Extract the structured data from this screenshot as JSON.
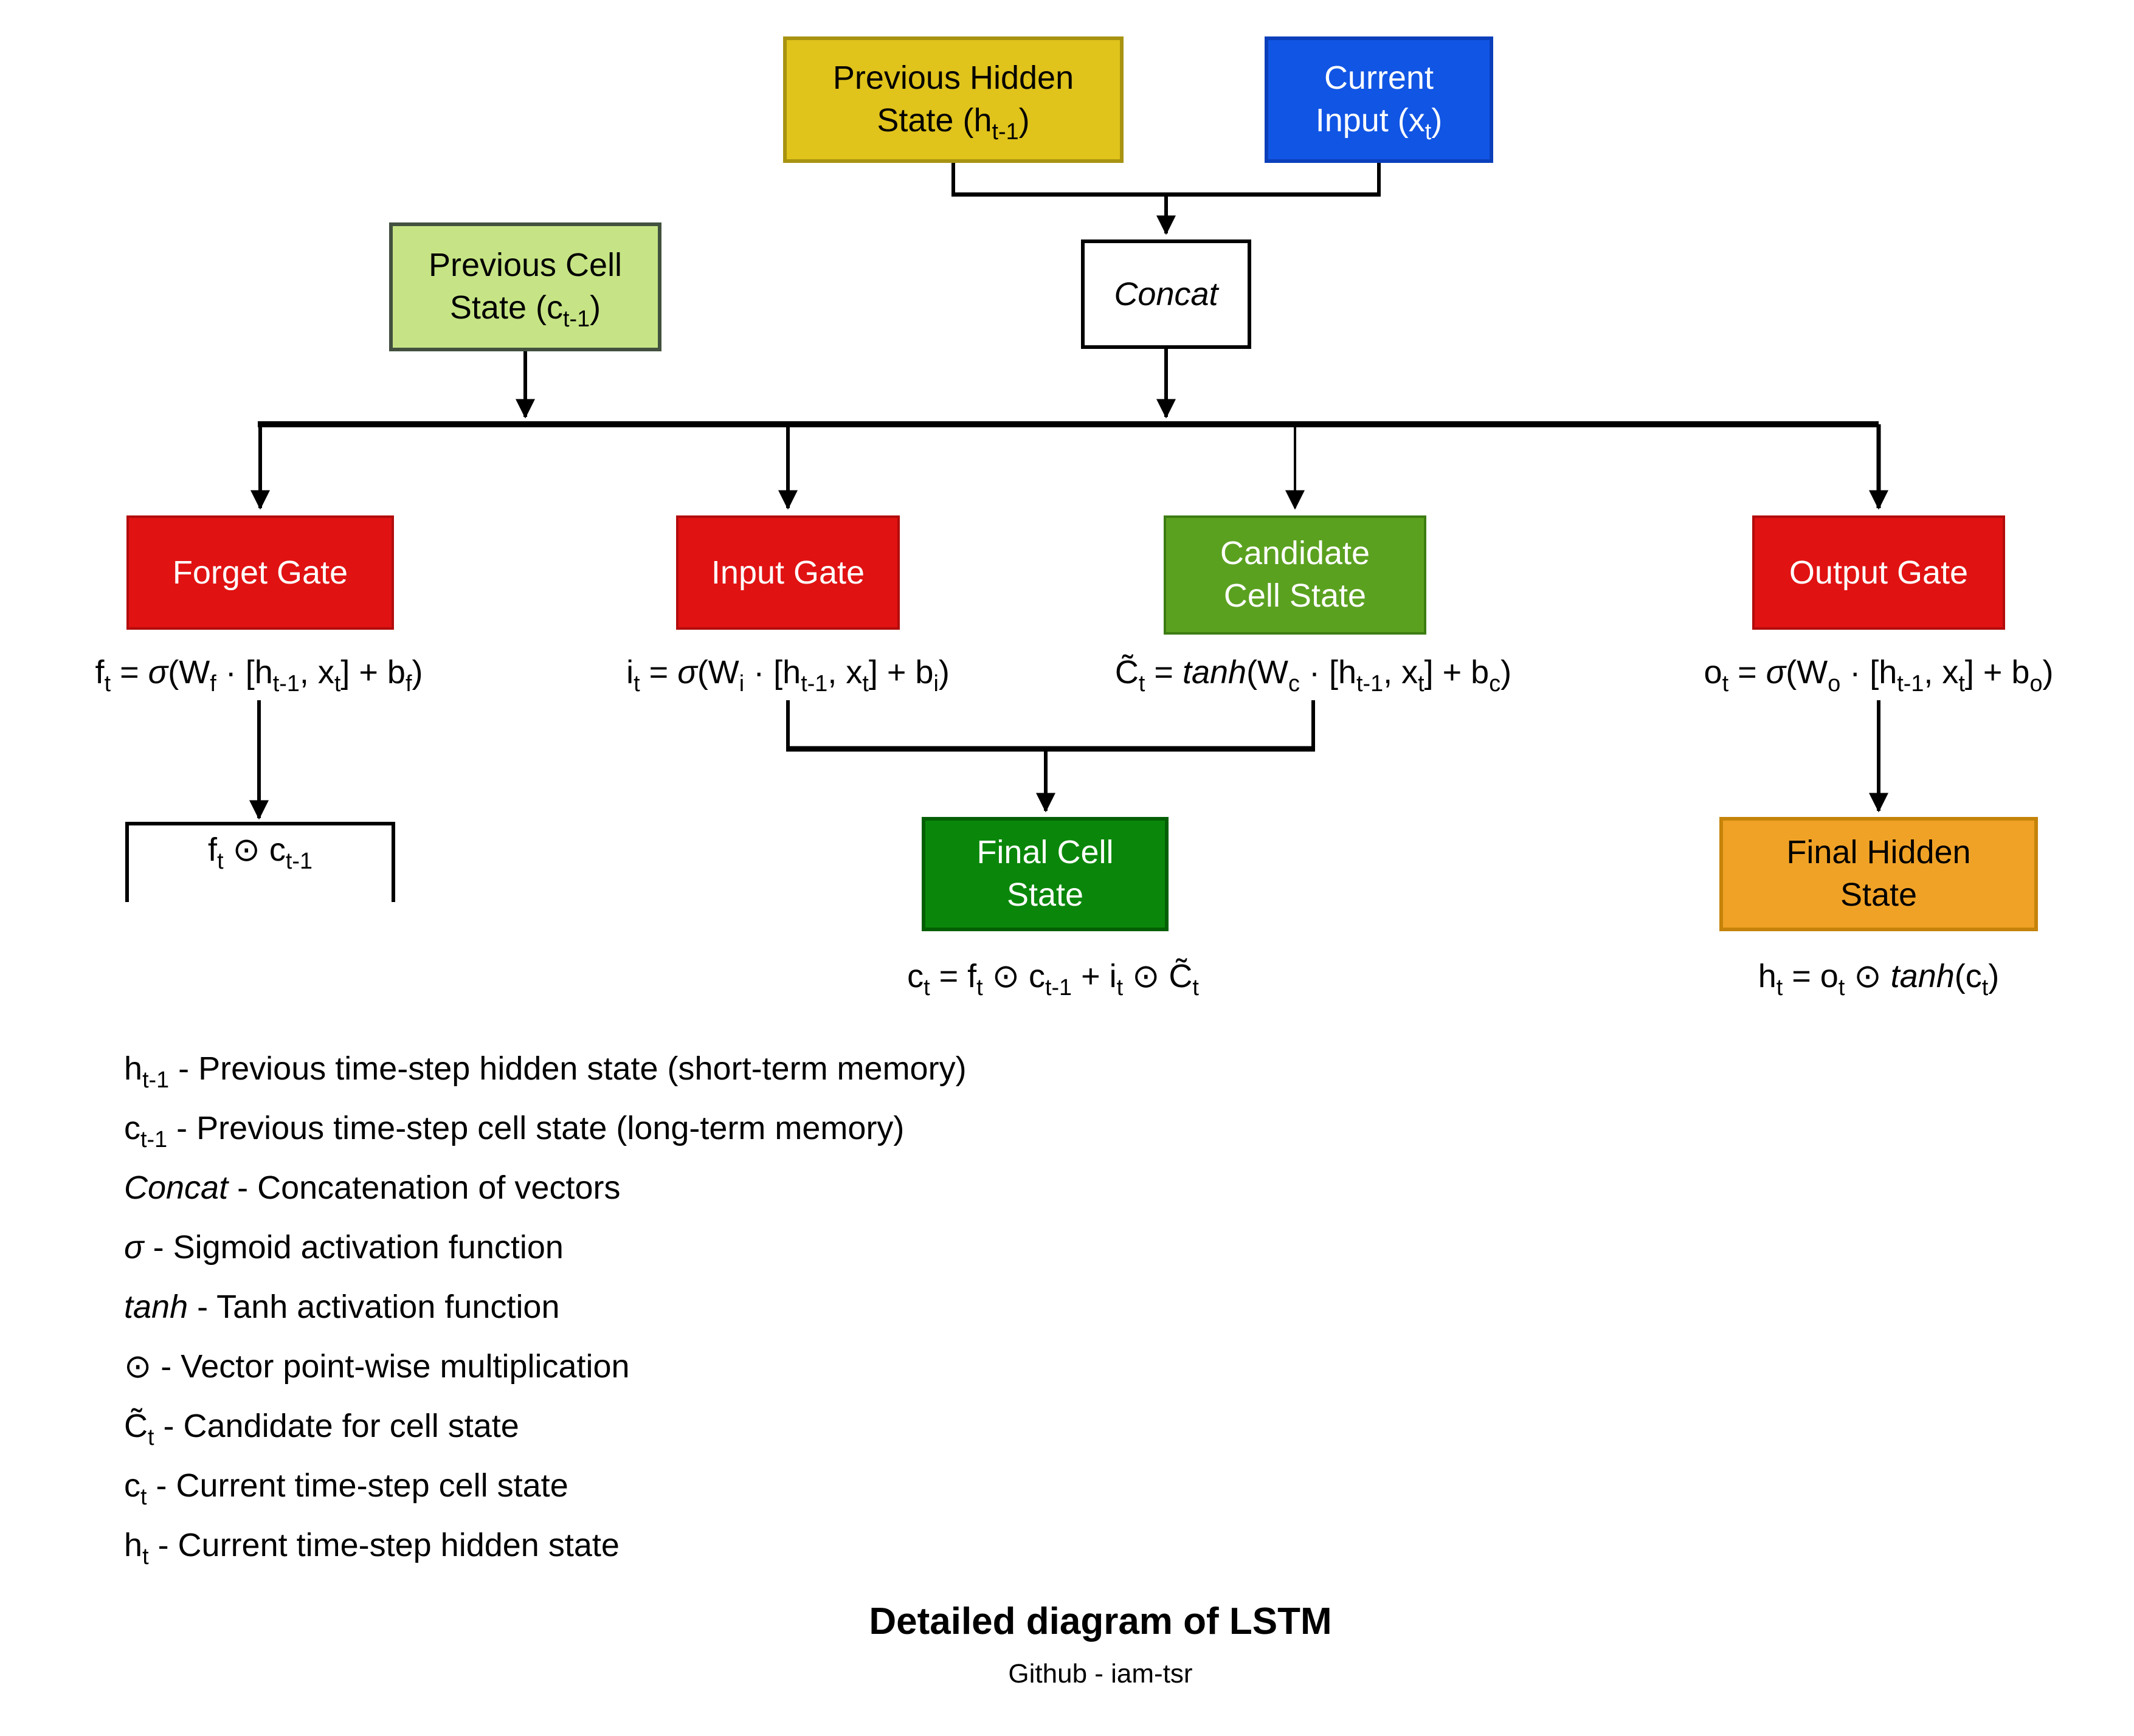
{
  "page": {
    "title": "Detailed diagram of LSTM",
    "subtitle": "Github - iam-tsr"
  },
  "diagram": {
    "line_color": "#000000",
    "background": "#ffffff"
  },
  "nodes": {
    "prev_hidden": {
      "label": "Previous Hidden\nState (h_[t-1])",
      "fill": "#e0c31b",
      "border": "#a89310",
      "text": "#000000"
    },
    "current_input": {
      "label": "Current\nInput (x_[t])",
      "fill": "#1155e4",
      "border": "#0b3fba",
      "text": "#ffffff"
    },
    "prev_cell": {
      "label": "Previous Cell\nState (c_[t-1])",
      "fill": "#c6e485",
      "border": "#42513f",
      "text": "#000000"
    },
    "concat": {
      "label": "~Concat~",
      "fill": "#ffffff",
      "border": "#000000",
      "text": "#000000"
    },
    "forget_gate": {
      "label": "Forget Gate",
      "fill": "#e11212",
      "border": "#b30c0c",
      "text": "#ffffff"
    },
    "input_gate": {
      "label": "Input Gate",
      "fill": "#e11212",
      "border": "#b30c0c",
      "text": "#ffffff"
    },
    "candidate": {
      "label": "Candidate\nCell State",
      "fill": "#5ba120",
      "border": "#3c7d12",
      "text": "#ffffff"
    },
    "output_gate": {
      "label": "Output Gate",
      "fill": "#e11212",
      "border": "#b30c0c",
      "text": "#ffffff"
    },
    "final_cell": {
      "label": "Final Cell\nState",
      "fill": "#0a870a",
      "border": "#045f04",
      "text": "#ffffff"
    },
    "final_hidden": {
      "label": "Final Hidden\nState",
      "fill": "#f0a226",
      "border": "#c5830a",
      "text": "#000000"
    },
    "forget_product": {
      "label": "f_[t] ~⊙~ c_[t-1]",
      "fill": "#ffffff",
      "border": "#000000",
      "text": "#000000"
    }
  },
  "formulas": {
    "forget": "f_[t] = ~σ~(W_[f] · [h_[t-1], x_[t]] + b_[f])",
    "input": "i_[t] = ~σ~(W_[i] · [h_[t-1], x_[t]] + b_[i])",
    "candidate": "C̃_[t] = ~tanh~(W_[c] · [h_[t-1], x_[t]] + b_[c])",
    "output": "o_[t] = ~σ~(W_[o] · [h_[t-1], x_[t]] + b_[o])",
    "final_cell": "c_[t] = f_[t] ~⊙~ c_[t-1] + i_[t] ~⊙~ C̃_[t]",
    "final_hidden": "h_[t] = o_[t] ~⊙~ ~tanh~(c_[t])"
  },
  "legend": {
    "items": [
      "h_[t-1] - Previous time-step hidden state (short-term memory)",
      "c_[t-1] - Previous time-step cell state (long-term memory)",
      "~Concat~ - Concatenation of vectors",
      "~σ~ - Sigmoid activation function",
      "~tanh~ - Tanh activation function",
      "~⊙~ - Vector point-wise multiplication",
      "C̃_[t] - Candidate for cell state",
      "c_[t] - Current time-step cell state",
      "h_[t] - Current time-step hidden state"
    ]
  }
}
